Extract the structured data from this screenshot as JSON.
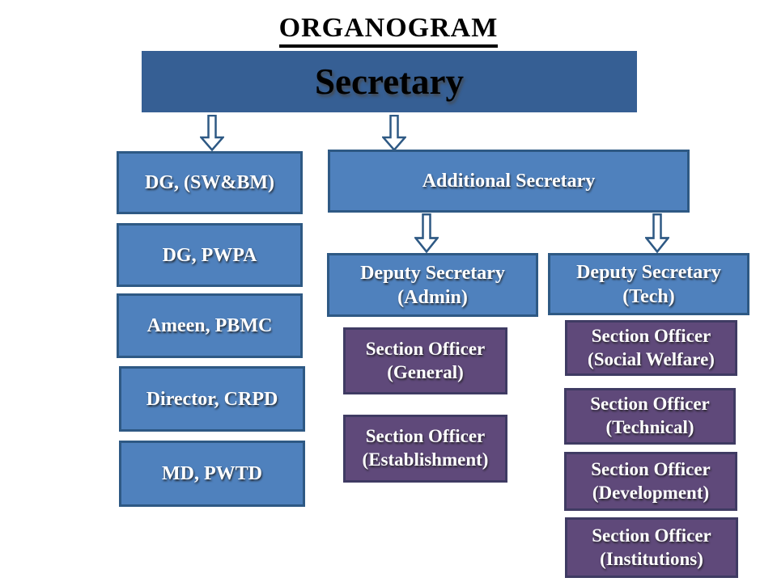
{
  "slide": {
    "title": "ORGANOGRAM"
  },
  "colors": {
    "root_fill": "#365F94",
    "node_fill": "#4F81BD",
    "node_border": "#2E5984",
    "officer_fill": "#5F497A",
    "officer_border": "#3F3B63",
    "arrow_outline": "#2E5984",
    "arrow_fill": "#FFFFFF"
  },
  "org": {
    "root": {
      "label": "Secretary"
    },
    "left_column": [
      {
        "label": "DG, (SW&BM)"
      },
      {
        "label": "DG, PWPA"
      },
      {
        "label": "Ameen, PBMC"
      },
      {
        "label": "Director, CRPD"
      },
      {
        "label": "MD, PWTD"
      }
    ],
    "additional_secretary": {
      "label": "Additional Secretary"
    },
    "deputy_admin": {
      "title": "Deputy Secretary",
      "subtitle": "(Admin)"
    },
    "deputy_tech": {
      "title": "Deputy Secretary",
      "subtitle": "(Tech)"
    },
    "admin_officers": [
      {
        "title": "Section Officer",
        "subtitle": "(General)"
      },
      {
        "title": "Section Officer",
        "subtitle": "(Establishment)"
      }
    ],
    "tech_officers": [
      {
        "title": "Section Officer",
        "subtitle": "(Social Welfare)"
      },
      {
        "title": "Section Officer",
        "subtitle": "(Technical)"
      },
      {
        "title": "Section Officer",
        "subtitle": "(Development)"
      },
      {
        "title": "Section Officer",
        "subtitle": "(Institutions)"
      }
    ]
  }
}
